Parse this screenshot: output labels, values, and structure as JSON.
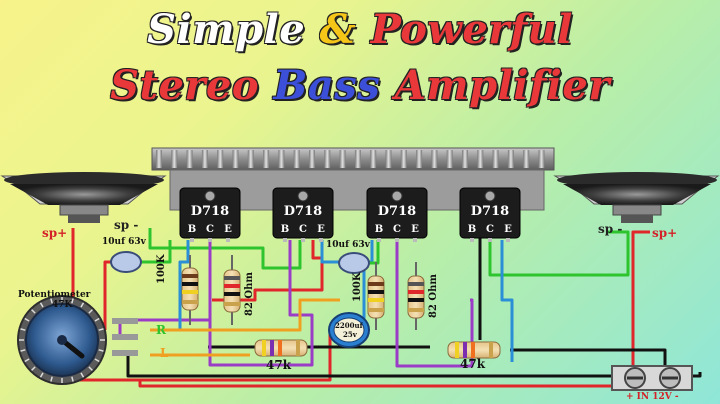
{
  "title": {
    "line1_word1": "Simple",
    "line1_amp": "&",
    "line1_word2": "Powerful",
    "line2_word1": "Stereo",
    "line2_word2": "Bass",
    "line2_word3": "Amplifier"
  },
  "transistor_part": "D718",
  "pins": [
    "B",
    "C",
    "E"
  ],
  "labels": {
    "sp_minus_left": "sp -",
    "sp_plus_left": "sp+",
    "sp_minus_right": "sp -",
    "sp_plus_right": "sp+",
    "cap_left": "10uf 63v",
    "cap_right": "10uf 63v",
    "res_100k_left": "100K",
    "res_82_left": "82 Ohm",
    "res_100k_right": "100K",
    "res_82_right": "82 Ohm",
    "res_47k_left": "47k",
    "res_47k_right": "47k",
    "pot_title": "Potentiometer",
    "pot_value": "47K",
    "input_r": "R",
    "input_l": "L",
    "main_cap_value": "2200uf",
    "main_cap_voltage": "25v",
    "power_in": "+ IN 12V -"
  },
  "colors": {
    "red_wire": "#e0252b",
    "green_wire": "#2ec42e",
    "purple_wire": "#9b3cc7",
    "blue_wire": "#2a8fd6",
    "orange_wire": "#f0a020",
    "black_wire": "#111111"
  }
}
